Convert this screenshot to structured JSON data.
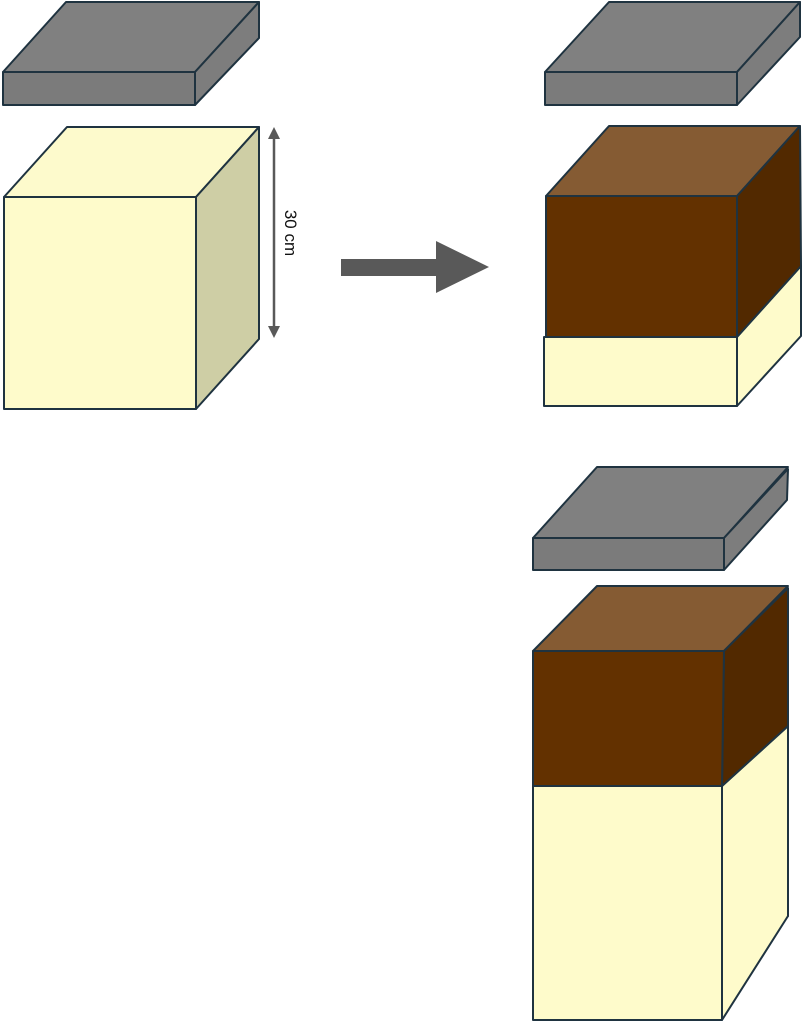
{
  "diagram": {
    "title": "Soil sample compression",
    "colors": {
      "lid_top": "#808080",
      "lid_front": "#7b7b7b",
      "lid_side": "#7d7d7d",
      "sample_front": "#fefbcb",
      "sample_top": "#fdfacc",
      "sample_side_shaded": "#cece a5",
      "brown_top": "#855b33",
      "brown_front": "#633100",
      "brown_side": "#522900",
      "arrow": "#595959",
      "edge": "#1f3340"
    },
    "dimension_label": "30 cm",
    "states": [
      {
        "name": "initial",
        "description": "Full pale sample cube with lid above"
      },
      {
        "name": "after-1",
        "description": "Brown layer occupies upper portion, pale layer at base"
      },
      {
        "name": "after-2",
        "description": "Taller column: brown upper layer, larger pale lower layer"
      }
    ],
    "arrow": {
      "direction": "right"
    }
  }
}
